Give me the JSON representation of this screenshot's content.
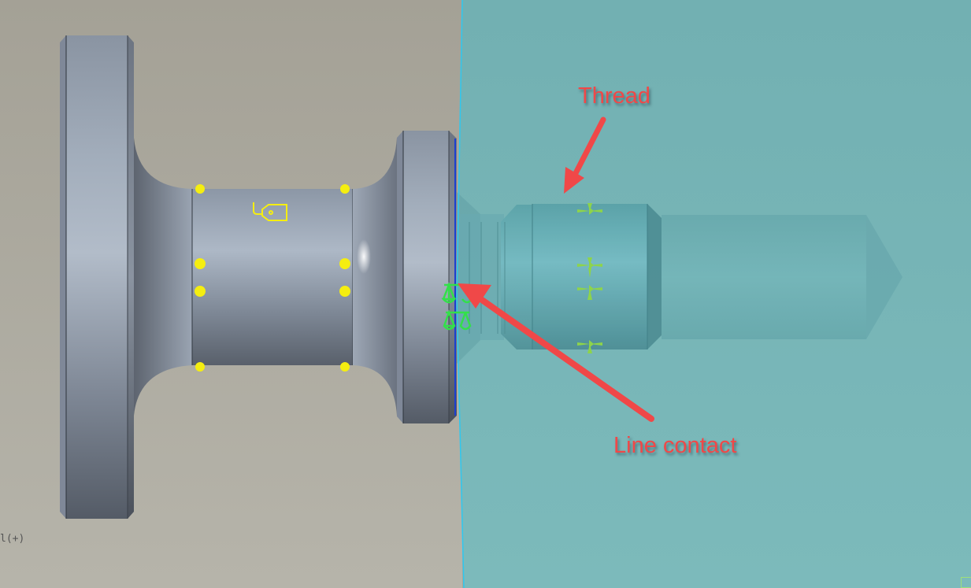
{
  "viewport": {
    "background_left": "#a8a69a",
    "background_right_tint": "#74b4b6",
    "section_plane_color": "#2ec8f0"
  },
  "annotations": [
    {
      "id": "thread",
      "label": "Thread",
      "color": "#f04848"
    },
    {
      "id": "line-contact",
      "label": "Line contact",
      "color": "#f04848"
    }
  ],
  "markers": {
    "grip_points_color": "#f5ee10",
    "tag_icon": "tag-icon",
    "contact_icon": "balance-scale-icon",
    "contact_icon_color": "#33e04a",
    "thread_marker_icon": "thread-cosmetic-arrow-icon",
    "thread_marker_color": "#8ed44a"
  },
  "status": {
    "coord_indicator": "l(+)"
  }
}
